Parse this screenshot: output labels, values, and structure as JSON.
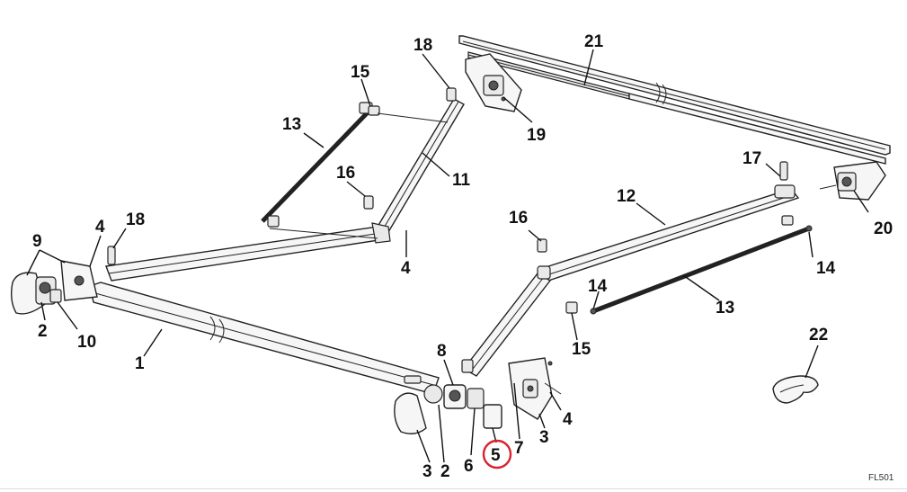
{
  "diagram": {
    "figure_code": "FL501",
    "highlight_color": "#d9232e",
    "highlighted_part": "5",
    "labels": {
      "l21": "21",
      "l18a": "18",
      "l15a": "15",
      "l19": "19",
      "l13a": "13",
      "l16a": "16",
      "l11": "11",
      "l17": "17",
      "l12": "12",
      "l20": "20",
      "l9": "9",
      "l4a": "4",
      "l18b": "18",
      "l4b": "4",
      "l16b": "16",
      "l14a": "14",
      "l2a": "2",
      "l10": "10",
      "l14b": "14",
      "l13b": "13",
      "l1": "1",
      "l15b": "15",
      "l22": "22",
      "l8": "8",
      "l4c": "4",
      "l7": "7",
      "l3a": "3",
      "l3b": "3",
      "l2b": "2",
      "l6": "6",
      "l5": "5"
    }
  }
}
